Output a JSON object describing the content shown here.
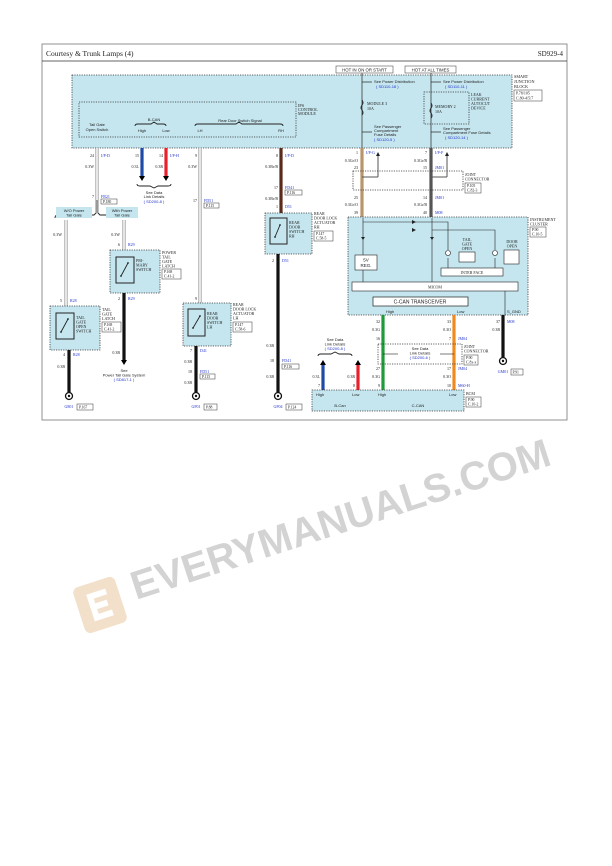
{
  "header": {
    "title": "Courtesy & Trunk Lamps (4)",
    "code": "SD929-4"
  },
  "power": {
    "hot_on_start": "HOT IN ON OR START",
    "hot_all_times": "HOT AT ALL TIMES"
  },
  "sjb": {
    "name1": "SMART",
    "name2": "JUNCTION",
    "name3": "BLOCK",
    "ref1": "P.78/105",
    "ref2": "C.80-4/5/7",
    "see_power1": "See Power Distribution",
    "see_power1_ref": "( SD110-18 )",
    "see_power2": "See Power Distribution",
    "see_power2_ref": "( SD110-11 )",
    "fuse1": "MODULE 3",
    "fuse1_amp": "10A",
    "fuse2": "MEMORY 2",
    "fuse2_amp": "10A",
    "leak1": "LEAK",
    "leak2": "CURRENT",
    "leak3": "AUTOCUT",
    "leak4": "DEVICE",
    "fuse_det1_a": "See Passenger",
    "fuse_det1_b": "Compartment",
    "fuse_det1_c": "Fuse Details",
    "fuse_det1_ref": "( SD120-5 )",
    "fuse_det2_a": "See Passenger",
    "fuse_det2_b": "Compartment Fuse Details",
    "fuse_det2_ref": "( SD120-14 )"
  },
  "ips": {
    "name1": "IPS",
    "name2": "CONTROL",
    "name3": "MODULE",
    "tailgate1": "Tail Gate",
    "tailgate2": "Open Switch",
    "bcan": "B-CAN",
    "high": "High",
    "low": "Low",
    "rear_door": "Rear Door Switch Signal",
    "lh": "LH",
    "rh": "RH"
  },
  "wires": {
    "w1_pin": "24",
    "w1_conn": "I/P-D",
    "w1_size": "0.3W",
    "w2_pin": "15",
    "w2_size": "0.3L",
    "w3_pin": "14",
    "w3_conn": "I/P-H",
    "w3_size": "0.3R",
    "w4_pin": "9",
    "w4_size": "0.3W",
    "w5_pin": "8",
    "w5_conn": "I/P-D",
    "w5_size": "0.3Br/B",
    "w5_pin2": "17",
    "w5_conn2": "FD41",
    "w5_ref2": "P.116",
    "w5_size2": "0.3Br/B",
    "w5_pin3": "1",
    "w5_conn3": "D51",
    "see_data1": "See Data",
    "see_data2": "Link Details",
    "see_data_ref": "( SD200-8 )",
    "fr_pin": "7",
    "fr_conn": "FR21",
    "fr_ref": "P.180",
    "fd_pin": "17",
    "fd_conn": "FD51",
    "fd_ref": "P.115",
    "wo_power": "W/O Power",
    "wo_power2": "Tail Gate",
    "with_power": "With Power",
    "with_power2": "Tail Gate",
    "r6_size": "0.3W",
    "r6_pin": "6",
    "r6_conn": "R29",
    "r5_size": "0.3W",
    "r5_pin": "5",
    "r5_conn": "R28"
  },
  "right_wires": {
    "a_pin": "1",
    "a_conn": "I/P-G",
    "a_size": "0.3Gr/O",
    "a_pin2": "23",
    "a_pin3": "25",
    "a_size2": "0.3Gr/O",
    "a_pin4": "39",
    "b_pin": "7",
    "b_conn": "I/P-F",
    "b_size": "0.3Gr/B",
    "b_pin2": "15",
    "b_conn2": "JM01",
    "b_pin3": "14",
    "b_conn3": "JM01",
    "b_size2": "0.3Gr/B",
    "b_pin4": "40",
    "b_conn4": "M08",
    "jc1": "JOINT",
    "jc2": "CONNECTOR",
    "jc_ref1": "P.105",
    "jc_ref2": "C.82-3"
  },
  "cluster": {
    "name1": "INSTRUMENT",
    "name2": "CLUSTER",
    "ref1": "P.90",
    "ref2": "C.10-5",
    "reg1": "5V",
    "reg2": "REG.",
    "tailgate1": "TAIL",
    "tailgate2": "GATE",
    "tailgate3": "OPEN",
    "door1": "DOOR",
    "door2": "OPEN",
    "interface": "INTER FACE",
    "micom": "MICOM",
    "transceiver": "C-CAN TRANSCEIVER",
    "high": "High",
    "low": "Low",
    "gnd": "S_GND"
  },
  "ccan": {
    "g_pin": "32",
    "g_size": "0.3G",
    "g_pin2": "16",
    "g_pin3": "27",
    "g_size2": "0.3G",
    "g_pin4": "9",
    "o_pin": "33",
    "o_size": "0.3O",
    "o_pin2": "7",
    "o_conn2": "JM04",
    "o_pin3": "17",
    "o_conn3": "JM04",
    "o_size2": "0.3O",
    "o_pin4": "10",
    "o_conn4": "M60-H",
    "k_pin": "37",
    "k_conn": "M08",
    "k_size": "0.3B",
    "see1": "See Data",
    "see2": "Link Details",
    "see_ref": "( SD200-6 )",
    "jc1": "JOINT",
    "jc2": "CONNECTOR",
    "jc_ref1": "P.90",
    "jc_ref2": "C.8x-x",
    "left_see1": "See Data",
    "left_see2": "Link Details",
    "left_see_ref": "( SD200-8 )",
    "bl_pin": "7",
    "bl_size": "0.3L",
    "rd_pin": "8",
    "rd_size": "0.3R"
  },
  "bcm": {
    "name": "BCM",
    "ref1": "P.90",
    "ref2": "C.10-2",
    "high": "High",
    "low": "Low",
    "bcan": "B-Can",
    "high2": "High",
    "low2": "Low",
    "ccan": "C-CAN"
  },
  "components": {
    "tgl1": "TAIL",
    "tgl2": "GATE",
    "tgl3": "LATCH",
    "tgl_ref1": "P.168",
    "tgl_ref2": "C.41-2",
    "tgs1": "TAIL",
    "tgs2": "GATE",
    "tgs3": "OPEN",
    "tgs4": "SWITCH",
    "ptl1": "POWER",
    "ptl2": "TAIL",
    "ptl3": "GATE",
    "ptl4": "LATCH",
    "ptl_ref1": "P.168",
    "ptl_ref2": "C.41-2",
    "ps1": "PRI-",
    "ps2": "MARY",
    "ps3": "SWITCH",
    "lh1": "REAR",
    "lh2": "DOOR LOCK",
    "lh3": "ACTUATOR",
    "lh4": "LH",
    "lh_ref1": "P.147",
    "lh_ref2": "C.58-6",
    "lhs1": "REAR",
    "lhs2": "DOOR",
    "lhs3": "SWITCH",
    "lhs4": "LH",
    "rh1": "REAR",
    "rh2": "DOOR LOCK",
    "rh3": "ACTUATOR",
    "rh4": "RH",
    "rh_ref1": "P.147",
    "rh_ref2": "C.58-5",
    "rhs1": "REAR",
    "rhs2": "DOOR",
    "rhs3": "SWITCH",
    "rhs4": "RH"
  },
  "grounds": {
    "g1_pin": "4",
    "g1_conn": "R28",
    "g1_size": "0.3B",
    "g1": "G801",
    "g1_ref": "P.167",
    "g2_pin": "2",
    "g2_conn": "R29",
    "g2_size": "0.3B",
    "g2_see": "See",
    "g2_see2": "Power Tail Gate System",
    "g2_ref": "( SD817-1 )",
    "g3_pin": "7",
    "g3_conn": "D41",
    "g3_size": "0.3B",
    "g3_pin2": "18",
    "g3_conn2": "FD51",
    "g3_ref2": "P.115",
    "g3_size2": "0.3B",
    "g3": "GF01",
    "g3_ref": "P.88",
    "g4_pin": "2",
    "g4_conn": "D51",
    "g4_size": "0.3B",
    "g4_pin2": "18",
    "g4_conn2": "FD41",
    "g4_ref2": "P.116",
    "g4_size2": "0.3B",
    "g4": "GF04",
    "g4_ref": "P.124",
    "g5": "GM01",
    "g5_ref": "P.91"
  },
  "watermark": "EVERYMANUALS.COM",
  "colors": {
    "module_fill": "#c5e6ef",
    "wire_blue": "#1f4aa8",
    "wire_red": "#e8202a",
    "wire_brown": "#5a2a1a",
    "wire_tan": "#b8956a",
    "wire_green": "#1e9a3a",
    "wire_orange": "#f08a1c",
    "wire_black": "#111111",
    "wire_white": "#e6e6e6"
  }
}
